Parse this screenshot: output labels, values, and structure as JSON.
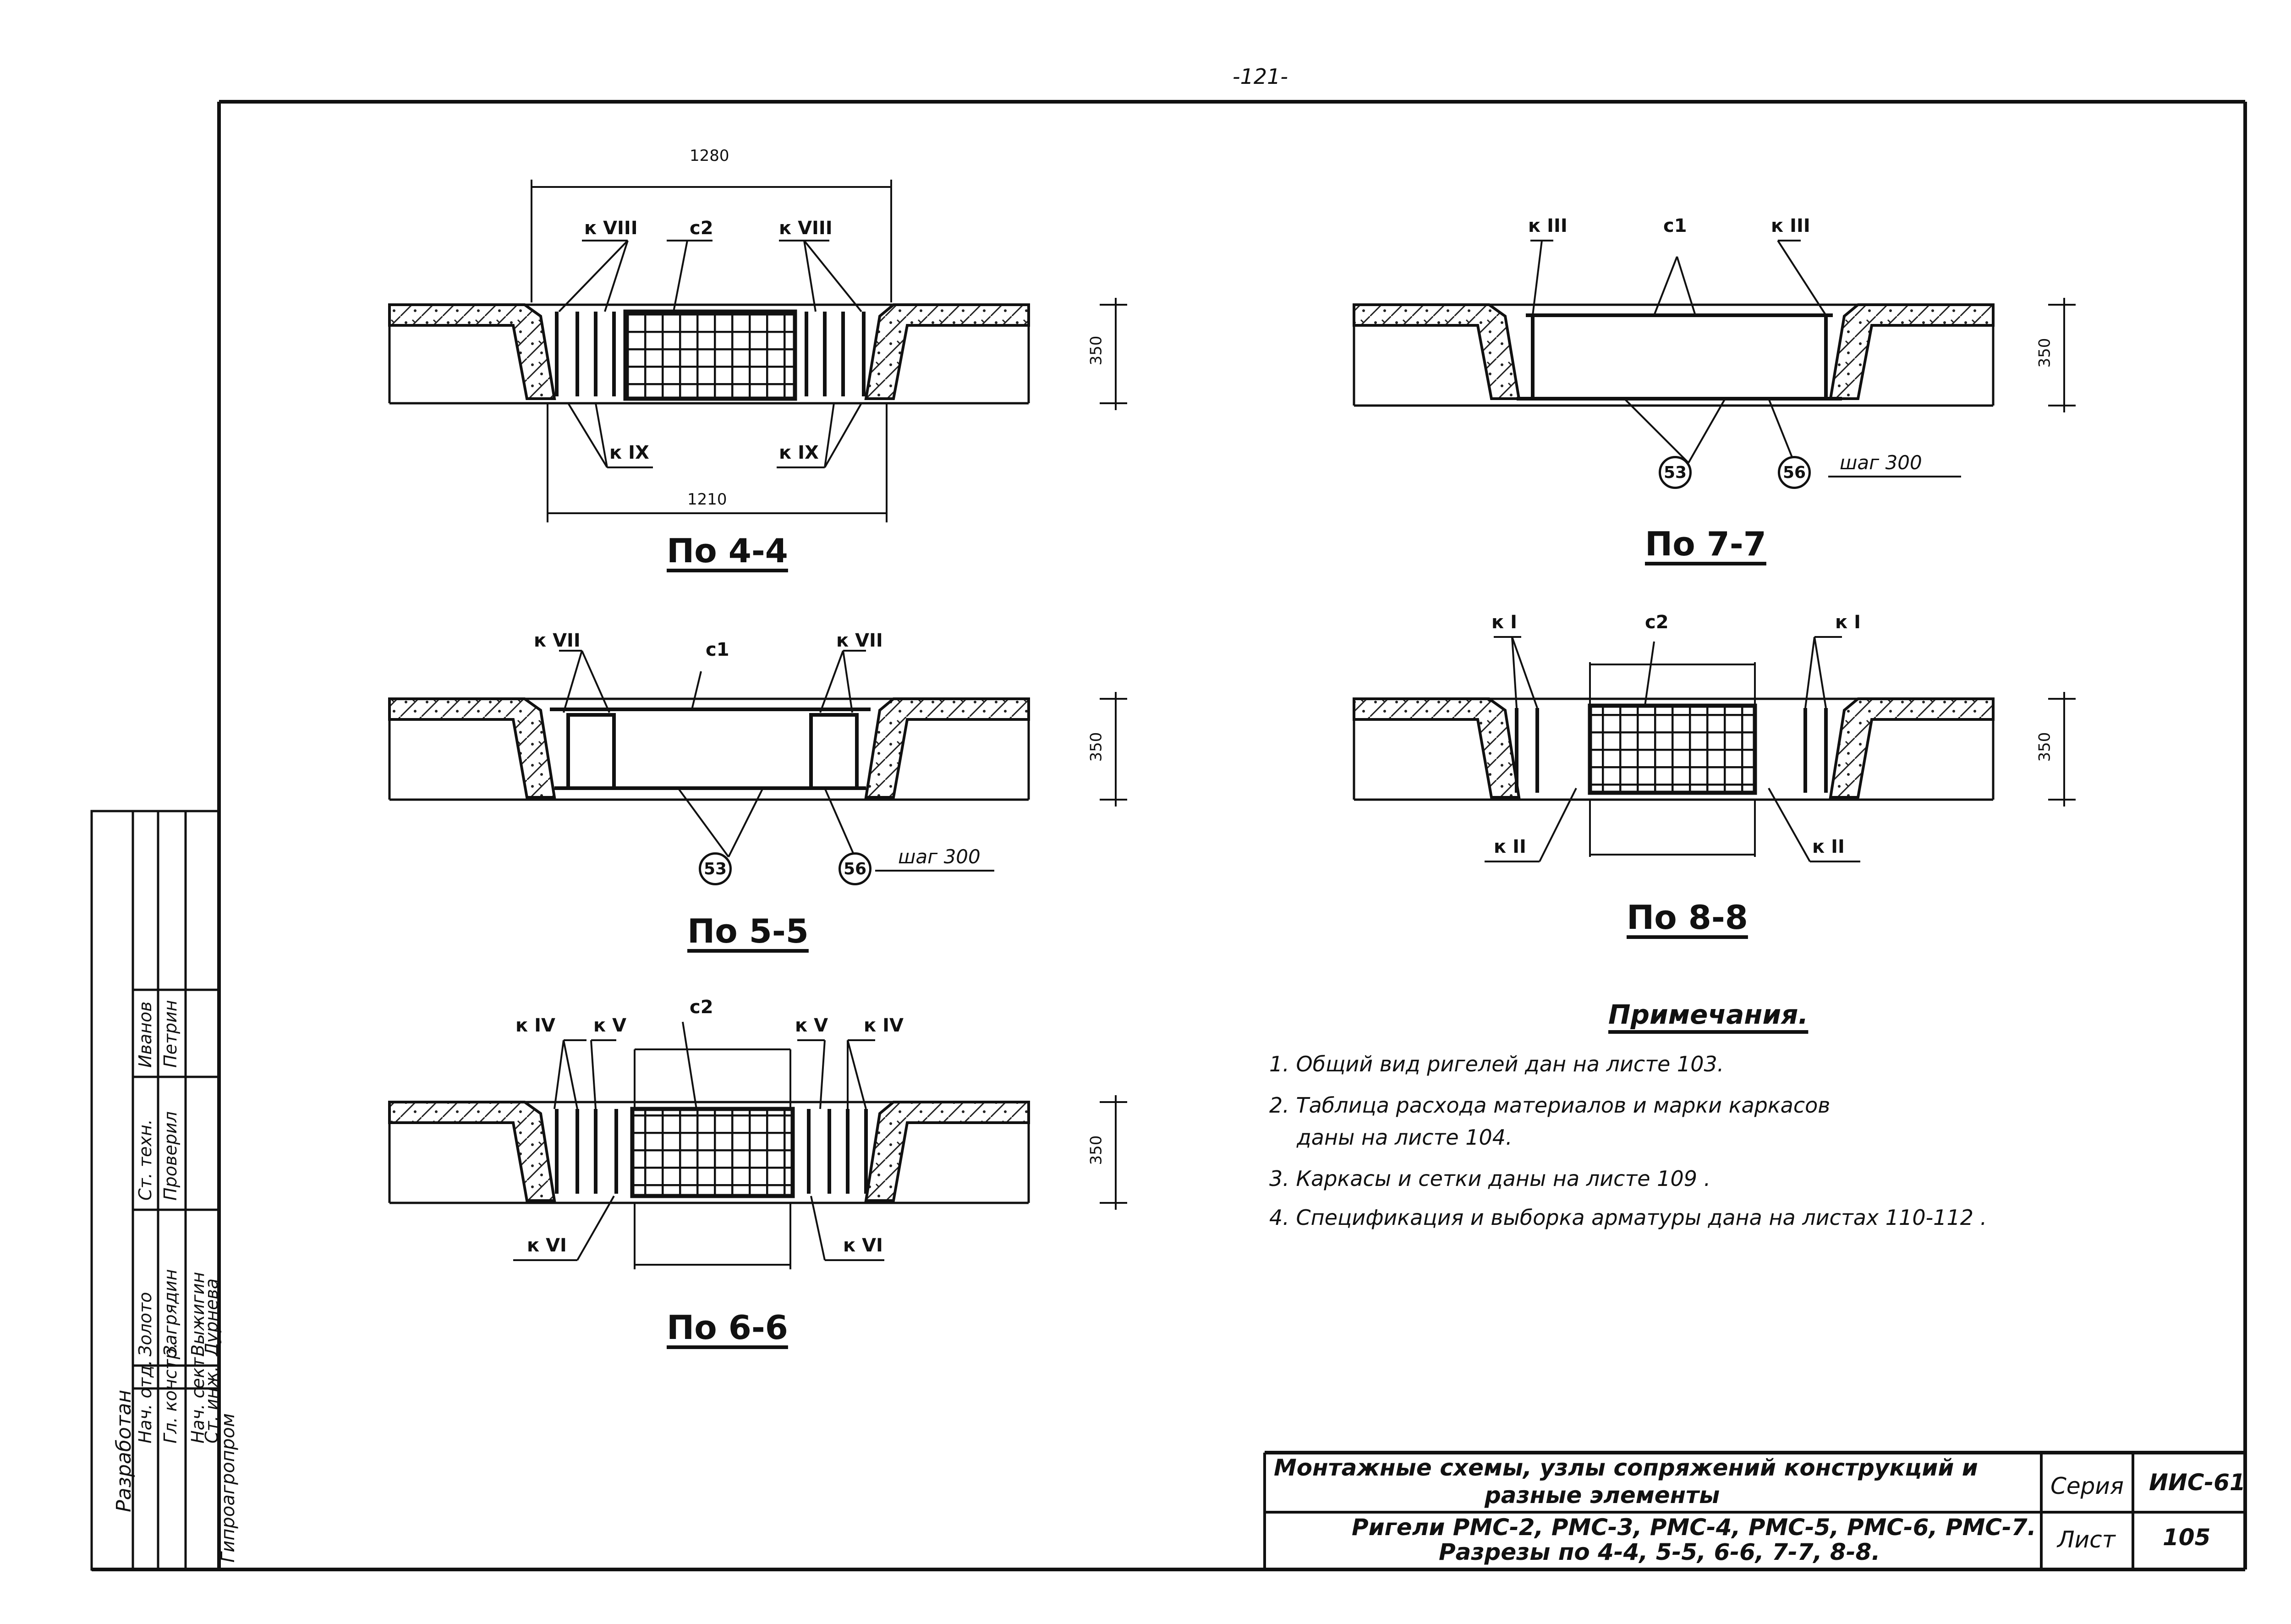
{
  "page_number": "-121-",
  "sections": {
    "s44": {
      "title": "По 4-4",
      "dim_top": "1280",
      "dim_bottom": "1210",
      "dim_height": "350",
      "marks": [
        "к VIII",
        "с2",
        "к VIII",
        "к IX",
        "к IX"
      ]
    },
    "s55": {
      "title": "По 5-5",
      "dim_height": "350",
      "marks": [
        "к VII",
        "с1",
        "к VII"
      ],
      "circle_a": "53",
      "circle_b": "56",
      "step": "шаг 300"
    },
    "s66": {
      "title": "По 6-6",
      "dim_height": "350",
      "marks": [
        "к IV",
        "к V",
        "с2",
        "к V",
        "к IV",
        "к VI",
        "к VI"
      ]
    },
    "s77": {
      "title": "По 7-7",
      "dim_height": "350",
      "marks": [
        "к III",
        "с1",
        "к III"
      ],
      "circle_a": "53",
      "circle_b": "56",
      "step": "шаг 300"
    },
    "s88": {
      "title": "По 8-8",
      "dim_height": "350",
      "marks": [
        "к I",
        "с2",
        "к I",
        "к II",
        "к II"
      ]
    }
  },
  "notes": {
    "title": "Примечания.",
    "items": [
      "1. Общий вид ригелей дан на листе 103.",
      "2. Таблица расхода материалов и марки каркасов",
      "даны на листе 104.",
      "3. Каркасы и сетки даны на листе 109 .",
      "4. Спецификация и выборка арматуры дана на листах 110-112 ."
    ]
  },
  "title_block": {
    "line1": "Монтажные схемы, узлы сопряжений конструкций и",
    "line2": "разные элементы",
    "line3": "Ригели РМС-2, РМС-3, РМС-4, РМС-5, РМС-6, РМС-7.",
    "line4": "Разрезы по 4-4, 5-5, 6-6, 7-7, 8-8.",
    "series_label": "Серия",
    "series_value": "ИИС-61",
    "sheet_label": "Лист",
    "sheet_value": "105"
  },
  "stamp": {
    "org": "Гипроагропром",
    "developed": "Разработан",
    "rows": [
      {
        "role": "Нач. отд.",
        "name": "Золото"
      },
      {
        "role": "Гл. констр.",
        "name": "Загрядин"
      },
      {
        "role": "Нач. сект.",
        "name": "Выжигин"
      },
      {
        "role": "Ст. инж.",
        "name": "Дурнева"
      }
    ],
    "rows2": [
      {
        "role": "Ст. техн.",
        "name": "Иванов"
      },
      {
        "role": "Проверил",
        "name": "Петрин"
      }
    ]
  }
}
